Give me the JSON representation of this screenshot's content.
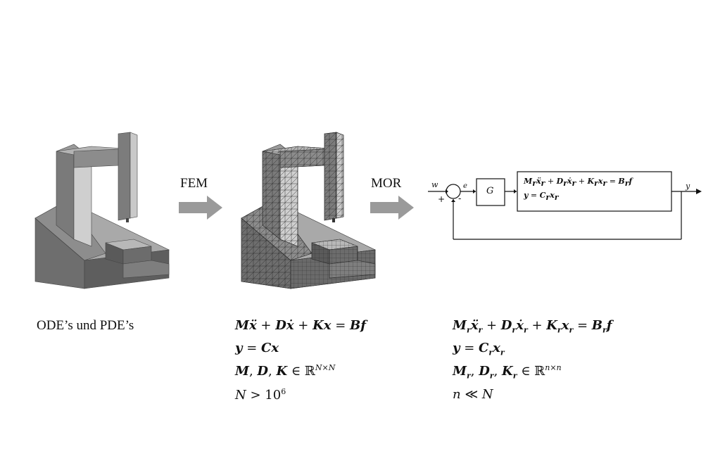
{
  "arrows": {
    "fem": "FEM",
    "mor": "MOR"
  },
  "block_diagram": {
    "input": "w",
    "error": "e",
    "plus": "+",
    "minus": "-",
    "controller": "G",
    "output": "y",
    "system_eq1": "M_r ẍ_r + D_r ẋ_r + K_r x_r = B_r f",
    "system_eq2": "y = C_r x_r"
  },
  "columns": {
    "left": {
      "label": "ODE’s und PDE’s"
    },
    "middle": {
      "eq1": "Mẍ + Dẋ + Kx = Bf",
      "eq2": "y = Cx",
      "eq3": "M, D, K ∈ ℝ^{N×N}",
      "eq4": "N > 10^6"
    },
    "right": {
      "eq1": "M_r ẍ_r + D_r ẋ_r + K_r x_r = B_r f",
      "eq2": "y = C_r x_r",
      "eq3": "M_r, D_r, K_r ∈ ℝ^{n×n}",
      "eq4": "n ≪ N"
    }
  },
  "colors": {
    "arrow_fill": "#9a9a9a",
    "shade_dark": "#5a5a5a",
    "shade_mid": "#8c8c8c",
    "shade_light": "#c4c4c4"
  }
}
